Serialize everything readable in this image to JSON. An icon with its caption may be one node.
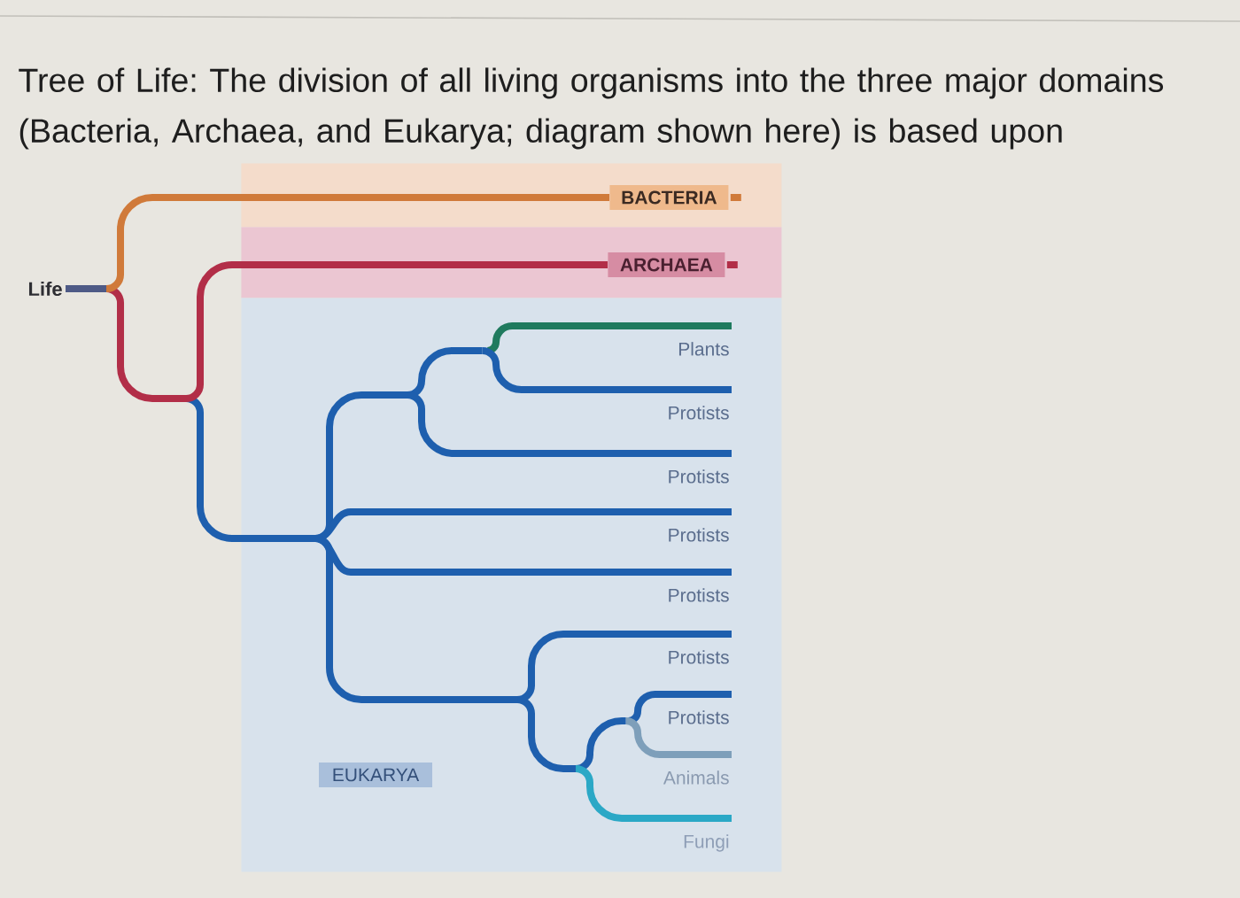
{
  "diagram": {
    "title": "Tree of Life: The division of all living organisms into the three major domains (Bacteria, Archaea, and Eukarya; diagram shown here) is based upon",
    "nodes": [
      {
        "text": [
          "Life"
        ]
      },
      {
        "text": [],
        "shape": "band"
      },
      {
        "text": [
          "BACTERIA"
        ],
        "in": 1
      },
      {
        "text": [],
        "shape": "band"
      },
      {
        "text": [
          "ARCHAEA"
        ],
        "in": 3
      },
      {
        "text": [],
        "shape": "band"
      },
      {
        "text": [
          "Plants"
        ],
        "in": 5
      },
      {
        "text": [
          "Protists"
        ],
        "in": 5
      },
      {
        "text": [
          "Protists"
        ],
        "in": 5
      },
      {
        "text": [
          "Protists"
        ],
        "in": 5
      },
      {
        "text": [
          "Protists"
        ],
        "in": 5
      },
      {
        "text": [
          "Protists"
        ],
        "in": 5
      },
      {
        "text": [
          "Protists"
        ],
        "in": 5
      },
      {
        "text": [
          "EUKARYA"
        ],
        "in": 5
      },
      {
        "text": [
          "Animals"
        ],
        "in": 5
      },
      {
        "text": [
          "Fungi"
        ],
        "in": 5
      }
    ],
    "edges": [
      {
        "from": 0,
        "to": 2,
        "arrow": "none",
        "color": "#d07a3a"
      },
      {
        "from": 0,
        "to": 4,
        "arrow": "none",
        "color": "#b22e48"
      },
      {
        "from": 0,
        "to": 6,
        "arrow": "none"
      },
      {
        "from": 0,
        "to": 7,
        "arrow": "none"
      },
      {
        "from": 0,
        "to": 8,
        "arrow": "none"
      },
      {
        "from": 0,
        "to": 9,
        "arrow": "none"
      },
      {
        "from": 0,
        "to": 10,
        "arrow": "none"
      },
      {
        "from": 0,
        "to": 11,
        "arrow": "none"
      },
      {
        "from": 0,
        "to": 12,
        "arrow": "none"
      },
      {
        "from": 0,
        "to": 14,
        "arrow": "none"
      },
      {
        "from": 0,
        "to": 15,
        "arrow": "none"
      }
    ]
  }
}
